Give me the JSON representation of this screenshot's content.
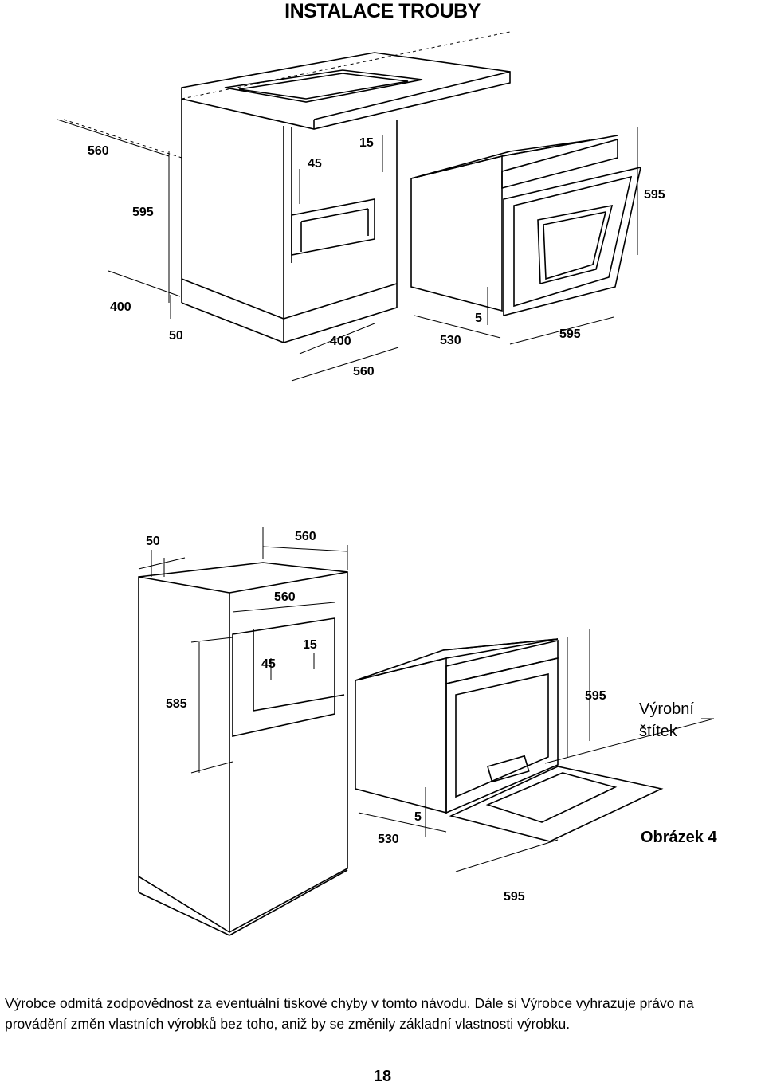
{
  "title": "INSTALACE TROUBY",
  "figure_top": {
    "dims": {
      "d560_left": "560",
      "d595_left": "595",
      "d400_left": "400",
      "d50": "50",
      "d400_bottom": "400",
      "d560_bottom": "560",
      "d45": "45",
      "d15": "15",
      "d595_right": "595",
      "d5": "5",
      "d530": "530",
      "d595_bottom": "595"
    }
  },
  "figure_bottom": {
    "dims": {
      "d50": "50",
      "d560_top": "560",
      "d560_inner": "560",
      "d15": "15",
      "d45": "45",
      "d585": "585",
      "d595": "595",
      "d5": "5",
      "d530": "530",
      "d595_bottom": "595"
    },
    "plate_label_line1": "Výrobní",
    "plate_label_line2": "štítek",
    "caption": "Obrázek 4"
  },
  "disclaimer_line1": "Výrobce odmítá zodpovědnost za eventuální tiskové chyby v tomto návodu. Dále si Výrobce vyhrazuje právo na",
  "disclaimer_line2": "provádění změn vlastních výrobků bez toho, aniž by se změnily základní vlastnosti výrobku.",
  "page_number": "18"
}
